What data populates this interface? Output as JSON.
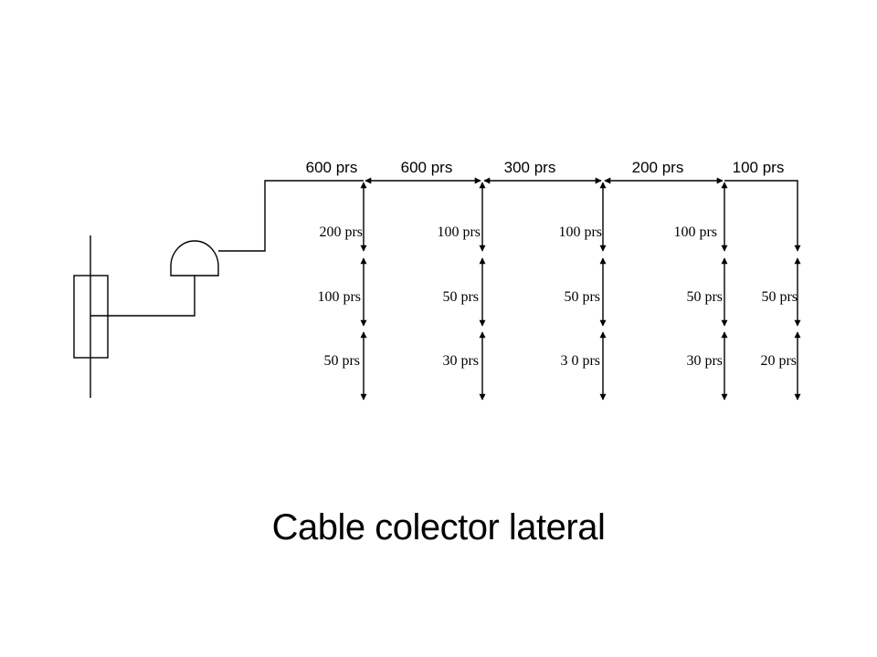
{
  "title": "Cable colector lateral",
  "feeder_labels": [
    "600 prs",
    "600 prs",
    "300 prs",
    "200 prs",
    "100 prs"
  ],
  "branches": [
    {
      "labels": [
        "200 prs",
        "100 prs",
        "50 prs"
      ]
    },
    {
      "labels": [
        "100 prs",
        "50 prs",
        "30 prs"
      ]
    },
    {
      "labels": [
        "100 prs",
        "50 prs",
        "3 0 prs"
      ]
    },
    {
      "labels": [
        "100 prs",
        "50 prs",
        "30 prs"
      ]
    },
    {
      "labels": [
        "",
        "50 prs",
        "20 prs"
      ]
    }
  ]
}
